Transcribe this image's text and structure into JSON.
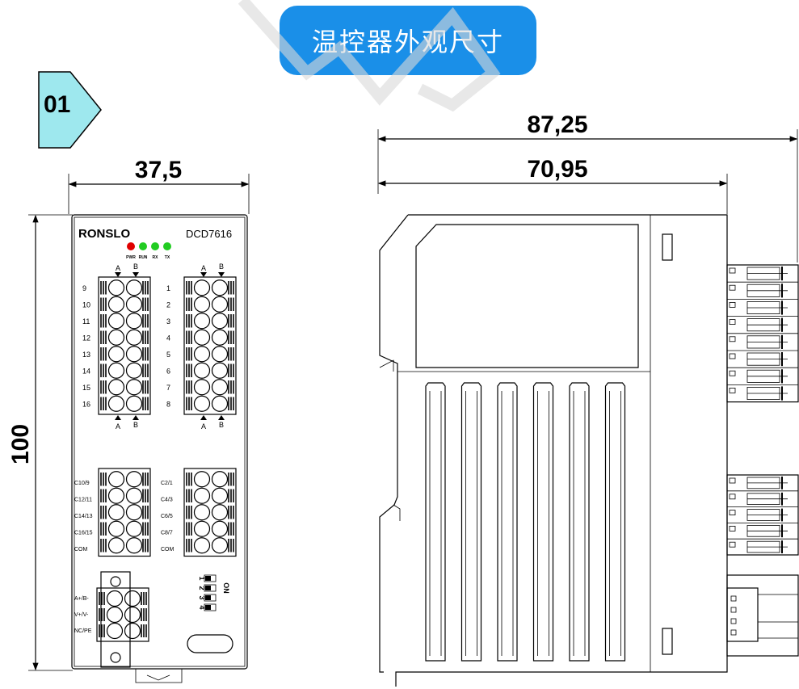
{
  "title": "温控器外观尺寸",
  "badge": "01",
  "dimensions": {
    "front_width": "37,5",
    "height": "100",
    "side_total_depth": "87,25",
    "side_body_depth": "70,95"
  },
  "device": {
    "logo": "RONSLO",
    "model": "DCD7616",
    "leds": [
      {
        "label": "PWR",
        "color": "#e00000"
      },
      {
        "label": "RUN",
        "color": "#22cc22"
      },
      {
        "label": "RX",
        "color": "#22cc22"
      },
      {
        "label": "TX",
        "color": "#22cc22"
      }
    ],
    "ab_label_a": "A",
    "ab_label_b": "B",
    "left_numbers": [
      "9",
      "10",
      "11",
      "12",
      "13",
      "14",
      "15",
      "16"
    ],
    "right_numbers": [
      "1",
      "2",
      "3",
      "4",
      "5",
      "6",
      "7",
      "8"
    ],
    "mid_left_labels": [
      "C10/9",
      "C12/11",
      "C14/13",
      "C16/15",
      "COM"
    ],
    "mid_right_labels": [
      "C2/1",
      "C4/3",
      "C6/5",
      "C8/7",
      "COM"
    ],
    "bottom_labels": [
      "A+/B-",
      "V+/V-",
      "NC/PE"
    ],
    "dip_on": "ON",
    "dip_numbers": [
      "1",
      "2",
      "3",
      "4"
    ]
  }
}
